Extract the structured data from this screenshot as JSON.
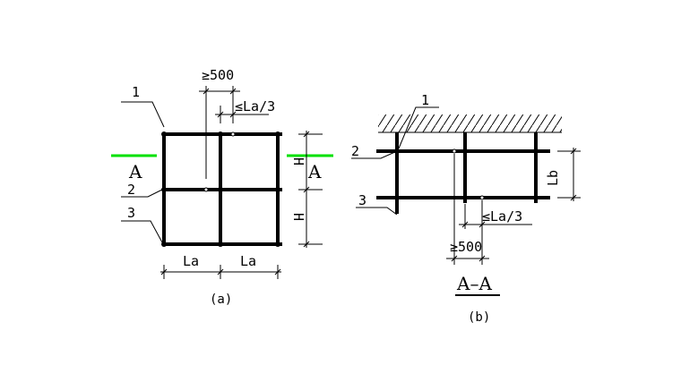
{
  "diagram_a": {
    "dim_min_500": "≥500",
    "dim_max_la3": "≤La/3",
    "label_1": "1",
    "label_2": "2",
    "label_3": "3",
    "section_left": "A",
    "section_right": "A",
    "dim_h_top": "H",
    "dim_h_bottom": "H",
    "dim_la_left": "La",
    "dim_la_right": "La",
    "caption": "(a)"
  },
  "diagram_b": {
    "label_1": "1",
    "label_2": "2",
    "label_3": "3",
    "dim_lb": "Lb",
    "dim_max_la3": "≤La/3",
    "dim_min_500": "≥500",
    "section_title": "A–A",
    "caption": "(b)"
  },
  "colors": {
    "section_line": "#00e000",
    "ink": "#000000"
  }
}
